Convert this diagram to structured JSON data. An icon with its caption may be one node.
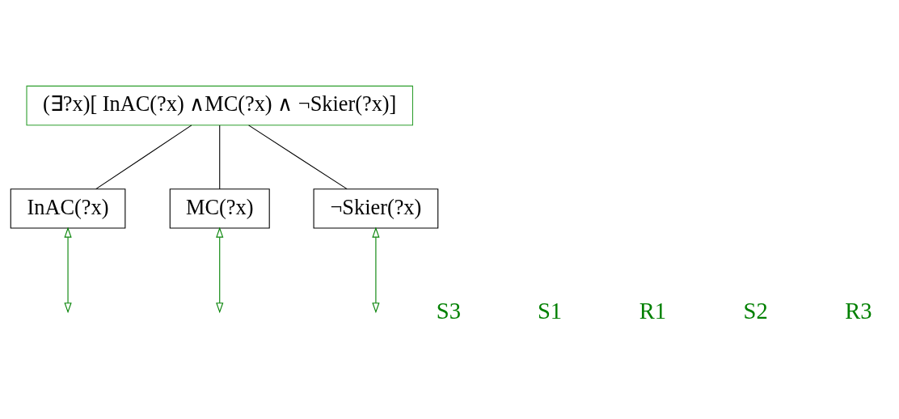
{
  "diagram": {
    "nodes": [
      {
        "text": [
          "(∃?x)[ InAC(?x) ∧MC(?x) ∧ ¬Skier(?x)]"
        ]
      },
      {
        "text": [
          "InAC(?x)"
        ]
      },
      {
        "text": [
          "MC(?x)"
        ]
      },
      {
        "text": [
          "¬Skier(?x)"
        ]
      }
    ],
    "edges": [
      {
        "from": 0,
        "to": 1,
        "arrow": "none"
      },
      {
        "from": 0,
        "to": 2,
        "arrow": "none"
      },
      {
        "from": 0,
        "to": 3,
        "arrow": "none"
      },
      {
        "from": 1,
        "to": null,
        "arrow": "both",
        "color": "#008000"
      },
      {
        "from": 2,
        "to": null,
        "arrow": "both",
        "color": "#008000"
      },
      {
        "from": 3,
        "to": null,
        "arrow": "both",
        "color": "#008000"
      }
    ],
    "labels": [
      "S3",
      "S1",
      "R1",
      "S2",
      "R3"
    ]
  }
}
